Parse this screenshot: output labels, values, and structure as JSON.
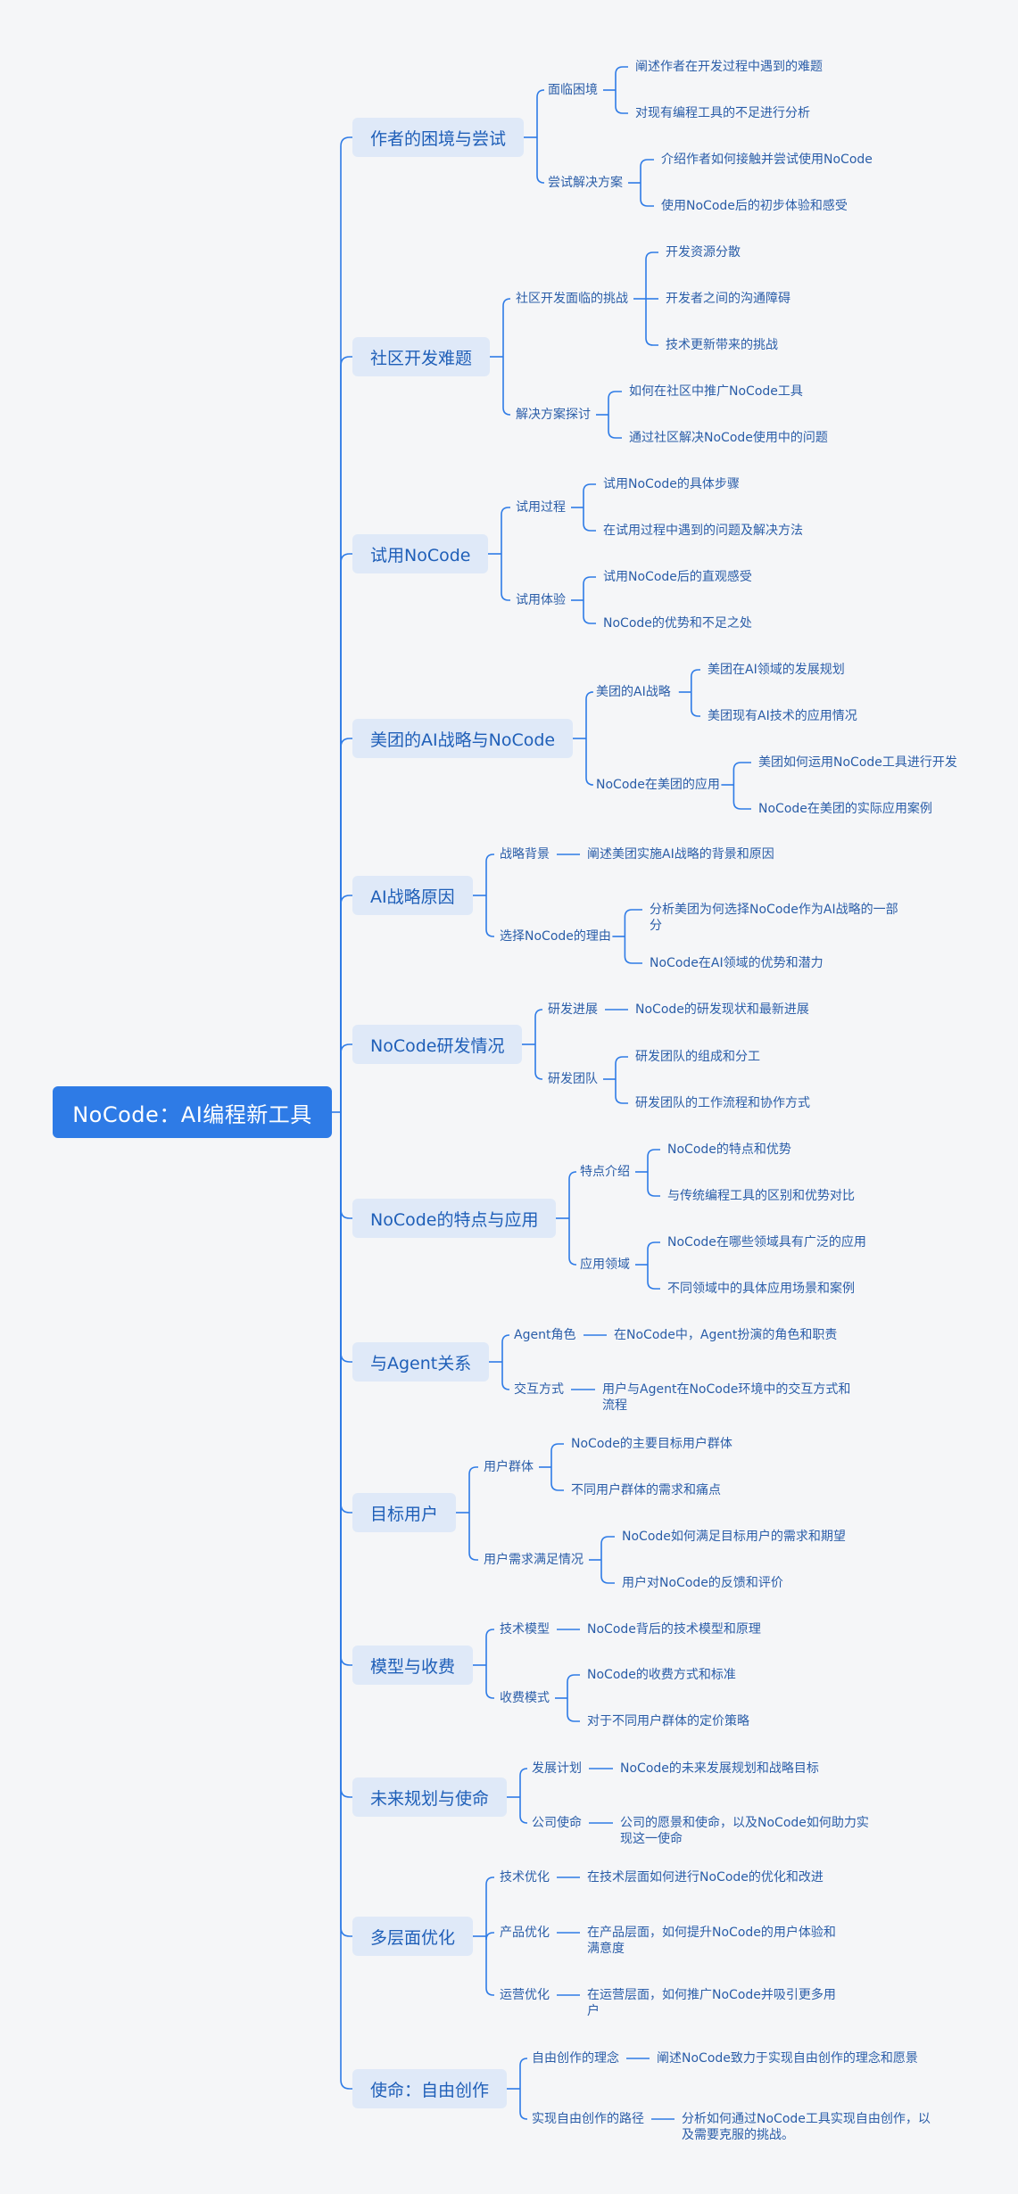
{
  "root": {
    "title": "NoCode：AI编程新工具"
  },
  "branches": [
    {
      "label": "作者的困境与尝试",
      "children": [
        {
          "label": "面临困境",
          "leaves": [
            "阐述作者在开发过程中遇到的难题",
            "对现有编程工具的不足进行分析"
          ]
        },
        {
          "label": "尝试解决方案",
          "leaves": [
            "介绍作者如何接触并尝试使用NoCode",
            "使用NoCode后的初步体验和感受"
          ]
        }
      ]
    },
    {
      "label": "社区开发难题",
      "children": [
        {
          "label": "社区开发面临的挑战",
          "leaves": [
            "开发资源分散",
            "开发者之间的沟通障碍",
            "技术更新带来的挑战"
          ]
        },
        {
          "label": "解决方案探讨",
          "leaves": [
            "如何在社区中推广NoCode工具",
            "通过社区解决NoCode使用中的问题"
          ]
        }
      ]
    },
    {
      "label": "试用NoCode",
      "children": [
        {
          "label": "试用过程",
          "leaves": [
            "试用NoCode的具体步骤",
            "在试用过程中遇到的问题及解决方法"
          ]
        },
        {
          "label": "试用体验",
          "leaves": [
            "试用NoCode后的直观感受",
            "NoCode的优势和不足之处"
          ]
        }
      ]
    },
    {
      "label": "美团的AI战略与NoCode",
      "children": [
        {
          "label": "美团的AI战略",
          "leaves": [
            "美团在AI领域的发展规划",
            "美团现有AI技术的应用情况"
          ]
        },
        {
          "label": "NoCode在美团的应用",
          "leaves": [
            "美团如何运用NoCode工具进行开发",
            "NoCode在美团的实际应用案例"
          ]
        }
      ]
    },
    {
      "label": "AI战略原因",
      "children": [
        {
          "label": "战略背景",
          "leaves": [
            "阐述美团实施AI战略的背景和原因"
          ]
        },
        {
          "label": "选择NoCode的理由",
          "leaves": [
            "分析美团为何选择NoCode作为AI战略的一部分",
            "NoCode在AI领域的优势和潜力"
          ]
        }
      ]
    },
    {
      "label": "NoCode研发情况",
      "children": [
        {
          "label": "研发进展",
          "leaves": [
            "NoCode的研发现状和最新进展"
          ]
        },
        {
          "label": "研发团队",
          "leaves": [
            "研发团队的组成和分工",
            "研发团队的工作流程和协作方式"
          ]
        }
      ]
    },
    {
      "label": "NoCode的特点与应用",
      "children": [
        {
          "label": "特点介绍",
          "leaves": [
            "NoCode的特点和优势",
            "与传统编程工具的区别和优势对比"
          ]
        },
        {
          "label": "应用领域",
          "leaves": [
            "NoCode在哪些领域具有广泛的应用",
            "不同领域中的具体应用场景和案例"
          ]
        }
      ]
    },
    {
      "label": "与Agent关系",
      "children": [
        {
          "label": "Agent角色",
          "leaves": [
            "在NoCode中，Agent扮演的角色和职责"
          ]
        },
        {
          "label": "交互方式",
          "leaves": [
            "用户与Agent在NoCode环境中的交互方式和流程"
          ]
        }
      ]
    },
    {
      "label": "目标用户",
      "children": [
        {
          "label": "用户群体",
          "leaves": [
            "NoCode的主要目标用户群体",
            "不同用户群体的需求和痛点"
          ]
        },
        {
          "label": "用户需求满足情况",
          "leaves": [
            "NoCode如何满足目标用户的需求和期望",
            "用户对NoCode的反馈和评价"
          ]
        }
      ]
    },
    {
      "label": "模型与收费",
      "children": [
        {
          "label": "技术模型",
          "leaves": [
            "NoCode背后的技术模型和原理"
          ]
        },
        {
          "label": "收费模式",
          "leaves": [
            "NoCode的收费方式和标准",
            "对于不同用户群体的定价策略"
          ]
        }
      ]
    },
    {
      "label": "未来规划与使命",
      "children": [
        {
          "label": "发展计划",
          "leaves": [
            "NoCode的未来发展规划和战略目标"
          ]
        },
        {
          "label": "公司使命",
          "leaves": [
            "公司的愿景和使命，以及NoCode如何助力实现这一使命"
          ]
        }
      ]
    },
    {
      "label": "多层面优化",
      "children": [
        {
          "label": "技术优化",
          "leaves": [
            "在技术层面如何进行NoCode的优化和改进"
          ]
        },
        {
          "label": "产品优化",
          "leaves": [
            "在产品层面，如何提升NoCode的用户体验和满意度"
          ]
        },
        {
          "label": "运营优化",
          "leaves": [
            "在运营层面，如何推广NoCode并吸引更多用户"
          ]
        }
      ]
    },
    {
      "label": "使命：自由创作",
      "children": [
        {
          "label": "自由创作的理念",
          "leaves": [
            "阐述NoCode致力于实现自由创作的理念和愿景"
          ]
        },
        {
          "label": "实现自由创作的路径",
          "leaves": [
            "分析如何通过NoCode工具实现自由创作，以及需要克服的挑战。"
          ]
        }
      ]
    }
  ],
  "colors": {
    "accent": "#2e7be6",
    "branch_bg": "#dfe9f8",
    "line": "#2e7be6",
    "text": "#2a5da8"
  }
}
